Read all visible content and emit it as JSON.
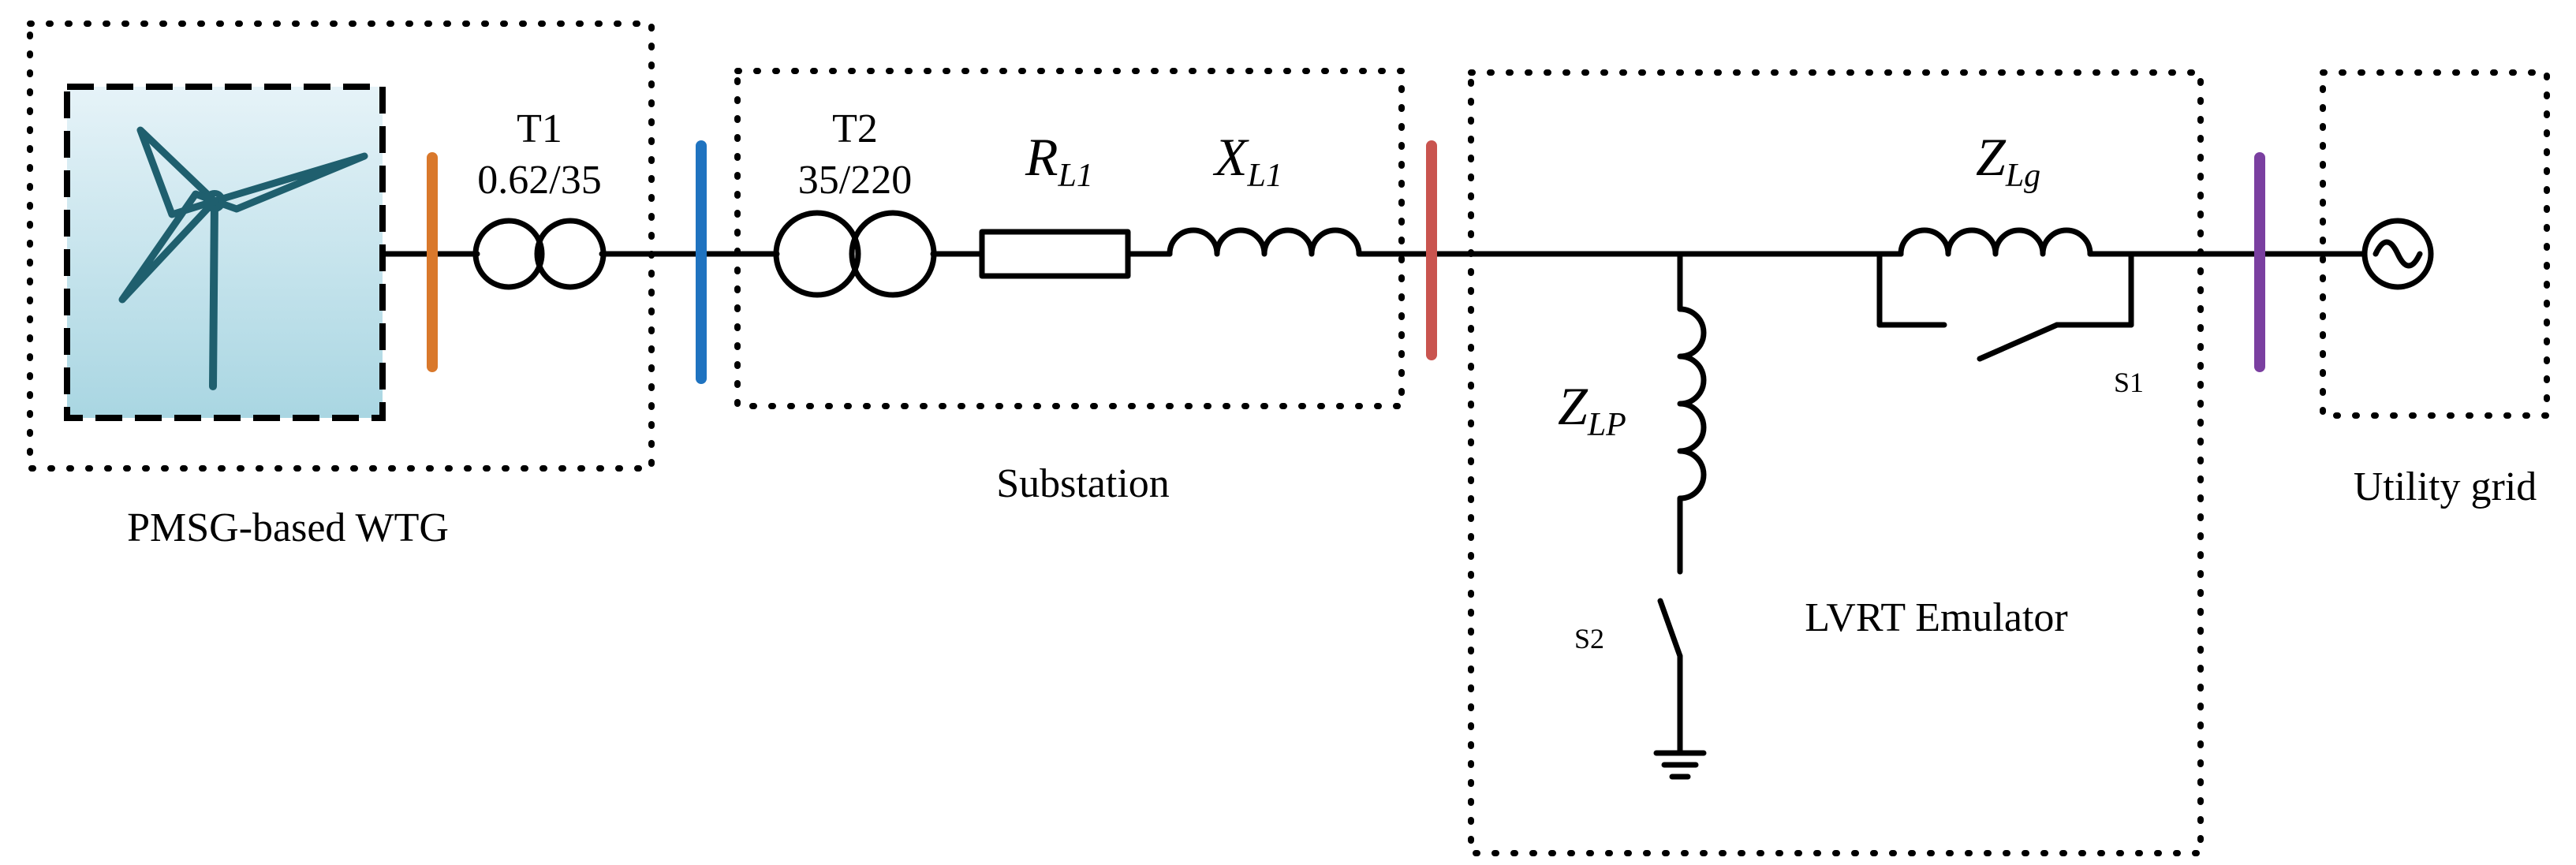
{
  "blocks": {
    "wtg": {
      "label": "PMSG-based WTG"
    },
    "substation": {
      "label": "Substation"
    },
    "emulator": {
      "label": "LVRT Emulator"
    },
    "grid": {
      "label": "Utility grid"
    }
  },
  "components": {
    "t1": {
      "name": "T1",
      "ratio": "0.62/35"
    },
    "t2": {
      "name": "T2",
      "ratio": "35/220"
    },
    "rl1": {
      "symbol": "R",
      "subscript": "L1"
    },
    "xl1": {
      "symbol": "X",
      "subscript": "L1"
    },
    "zlg": {
      "symbol": "Z",
      "subscript": "Lg"
    },
    "zlp": {
      "symbol": "Z",
      "subscript": "LP"
    },
    "s1": {
      "label": "S1"
    },
    "s2": {
      "label": "S2"
    }
  },
  "colors": {
    "bus_wtg": "#d9782b",
    "bus_hv": "#1f73c0",
    "bus_pcc": "#c9544f",
    "bus_grid": "#7a3fa0",
    "turbine": "#1f5f6e",
    "turbine_bg_top": "#e6f3f8",
    "turbine_bg_bottom": "#a9d6e2"
  }
}
